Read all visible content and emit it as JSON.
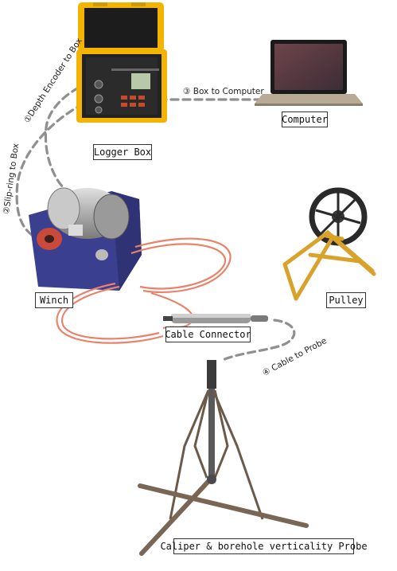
{
  "components": {
    "logger_box": "Logger Box",
    "computer": "Computer",
    "winch": "Winch",
    "pulley": "Pulley",
    "cable_connector": "Cable Connector",
    "probe": "Caliper & borehole verticality Probe"
  },
  "connections": {
    "depth_encoder": "①Depth Encoder to Box",
    "slip_ring": "②Slip-ring to Box",
    "box_to_computer": "③ Box to Computer",
    "cable_to_probe": "④ Cable to Probe"
  },
  "colors": {
    "box_yellow": "#f2b400",
    "panel_dark": "#1d1d1d",
    "winch_blue": "#3b3f8f",
    "cable_orange": "#e8836a",
    "pulley_gold": "#d9a22b",
    "dash_gray": "#8f8f8f"
  }
}
